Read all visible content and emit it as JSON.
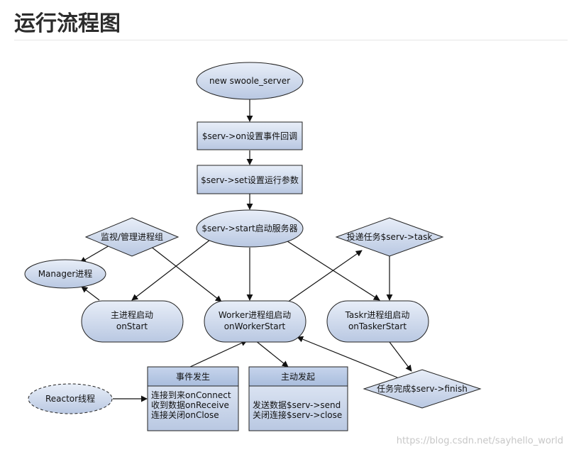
{
  "page": {
    "title": "运行流程图"
  },
  "nodes": {
    "new_server": "new swoole_server",
    "on_callbacks": "$serv->on设置事件回调",
    "set_params": "$serv->set设置运行参数",
    "start": "$serv->start启动服务器",
    "monitor": "监视/管理进程组",
    "manager": "Manager进程",
    "master": {
      "line1": "主进程启动",
      "line2": "onStart"
    },
    "worker": {
      "line1": "Worker进程组启动",
      "line2": "onWorkerStart"
    },
    "deliver_task": "投递任务$serv->task",
    "task_worker": {
      "line1": "Taskr进程组启动",
      "line2": "onTaskerStart"
    },
    "task_finish": "任务完成$serv->finish",
    "reactor": "Reactor线程",
    "events": {
      "header": "事件发生",
      "lines": [
        "连接到来onConnect",
        "收到数据onReceive",
        "连接关闭onClose"
      ]
    },
    "active": {
      "header": "主动发起",
      "lines": [
        "发送数据$serv->send",
        "关闭连接$serv->close"
      ]
    }
  },
  "watermark": "https://blog.csdn.net/sayhello_world",
  "colors": {
    "fill": "#c9d5ea",
    "stroke": "#222222"
  }
}
